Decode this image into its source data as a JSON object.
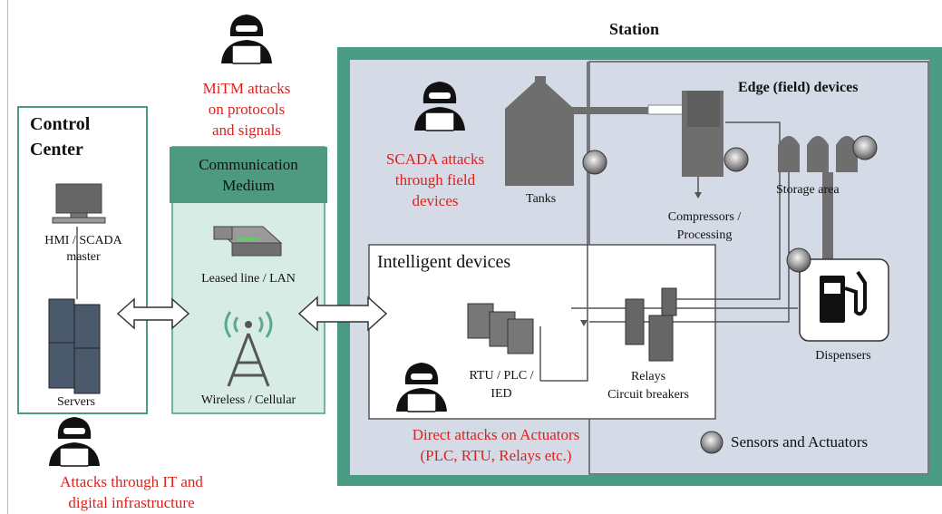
{
  "station_title": "Station",
  "edge_title": "Edge (field) devices",
  "control_center": {
    "line1": "Control",
    "line2": "Center",
    "hmi_label": "HMI / SCADA",
    "hmi_label2": "master",
    "servers_label": "Servers"
  },
  "comm": {
    "line1": "Communication",
    "line2": "Medium",
    "lan_label": "Leased line / LAN",
    "wireless_label": "Wireless / Cellular"
  },
  "intelligent": {
    "title": "Intelligent devices",
    "rtu_line1": "RTU / PLC /",
    "rtu_line2": "IED",
    "relays_line1": "Relays",
    "relays_line2": "Circuit breakers"
  },
  "edge": {
    "tanks": "Tanks",
    "compressors_line1": "Compressors /",
    "compressors_line2": "Processing",
    "storage": "Storage area",
    "dispensers": "Dispensers"
  },
  "legend": {
    "sensors": "Sensors and Actuators"
  },
  "attacks": {
    "mitm": [
      "MiTM attacks",
      "on protocols",
      "and signals"
    ],
    "scada": [
      "SCADA attacks",
      "through field",
      "devices"
    ],
    "direct": [
      "Direct attacks on Actuators",
      "(PLC, RTU, Relays etc.)"
    ],
    "it": [
      "Attacks through IT and",
      "digital infrastructure"
    ]
  },
  "colors": {
    "station_green": "#4a9b84",
    "station_inner": "#d4dbe6",
    "comm_header": "#4e9a80",
    "comm_body": "#d8ece6",
    "attack_red": "#e0201b",
    "equipment_grey": "#6e6e6e"
  }
}
